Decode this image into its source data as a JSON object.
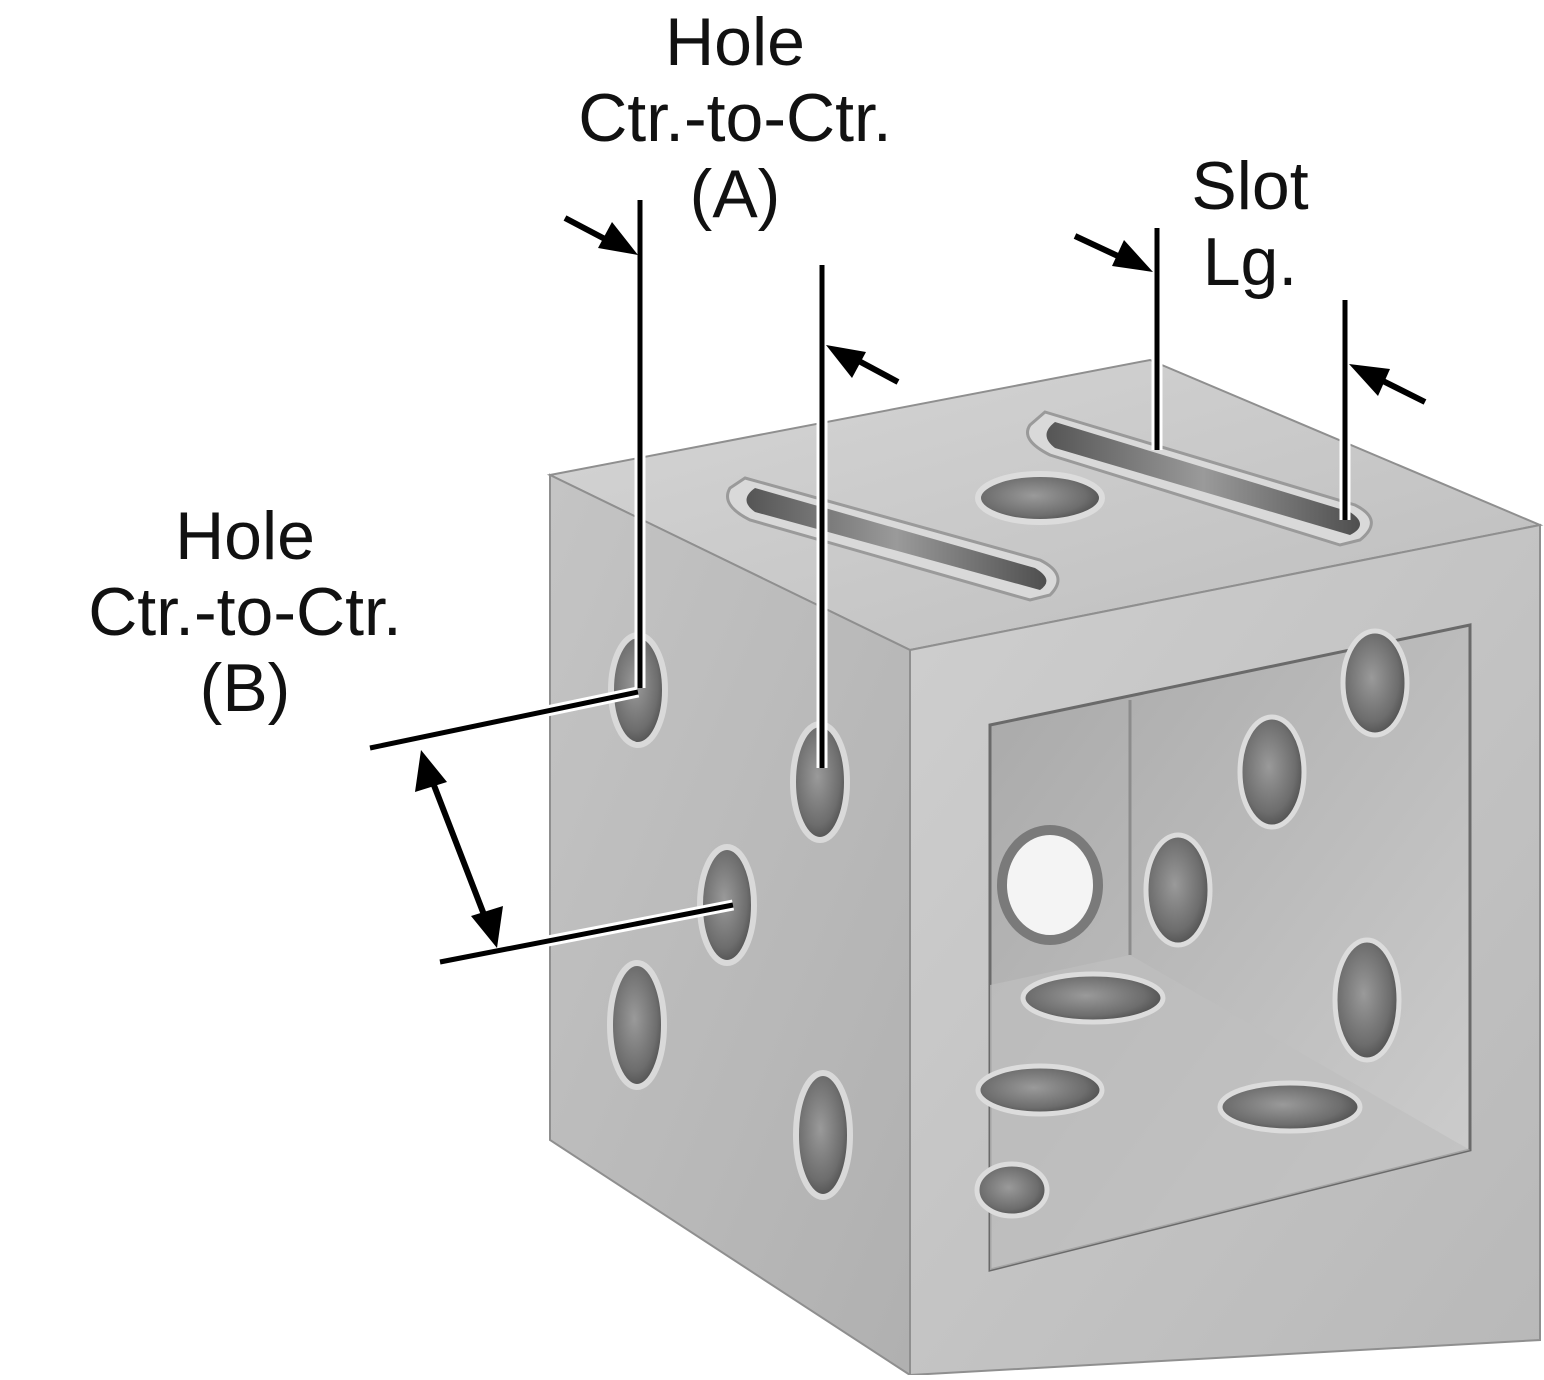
{
  "labels": {
    "hole_a": {
      "line1": "Hole",
      "line2": "Ctr.-to-Ctr.",
      "line3": "(A)"
    },
    "hole_b": {
      "line1": "Hole",
      "line2": "Ctr.-to-Ctr.",
      "line3": "(B)"
    },
    "slot": {
      "line1": "Slot",
      "line2": "Lg."
    }
  },
  "colors": {
    "metal_light": "#c9c9c9",
    "metal_mid": "#b3b3b3",
    "metal_dark": "#8a8a8a",
    "hole_dark": "#5e5e5e",
    "line": "#000000",
    "text": "#111111"
  }
}
